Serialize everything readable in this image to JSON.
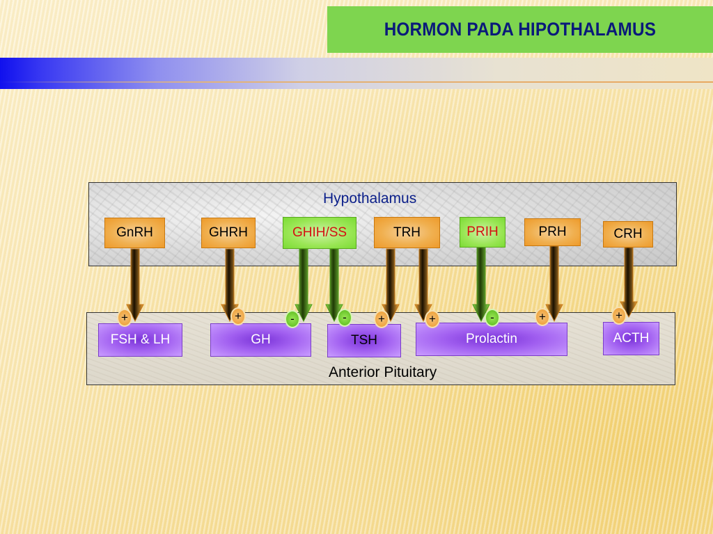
{
  "title": "HORMON PADA HIPOTHALAMUS",
  "diagram": {
    "hypothalamus_label": "Hypothalamus",
    "pituitary_label": "Anterior Pituitary",
    "hypothalamic_hormones": [
      {
        "name": "GnRH",
        "style": "orange",
        "text_color": "black"
      },
      {
        "name": "GHRH",
        "style": "orange",
        "text_color": "black"
      },
      {
        "name": "GHIH/SS",
        "style": "green",
        "text_color": "red"
      },
      {
        "name": "TRH",
        "style": "orange",
        "text_color": "black"
      },
      {
        "name": "PRIH",
        "style": "green",
        "text_color": "red"
      },
      {
        "name": "PRH",
        "style": "orange",
        "text_color": "black"
      },
      {
        "name": "CRH",
        "style": "orange",
        "text_color": "black"
      }
    ],
    "pituitary_hormones": [
      "FSH & LH",
      "GH",
      "TSH",
      "Prolactin",
      "ACTH"
    ],
    "connections": [
      {
        "from": "GnRH",
        "to": "FSH & LH",
        "effect": "+"
      },
      {
        "from": "GHRH",
        "to": "GH",
        "effect": "+"
      },
      {
        "from": "GHIH/SS",
        "to": "GH",
        "effect": "-"
      },
      {
        "from": "GHIH/SS",
        "to": "TSH",
        "effect": "-"
      },
      {
        "from": "TRH",
        "to": "TSH",
        "effect": "+"
      },
      {
        "from": "TRH",
        "to": "Prolactin",
        "effect": "+"
      },
      {
        "from": "PRIH",
        "to": "Prolactin",
        "effect": "-"
      },
      {
        "from": "PRH",
        "to": "Prolactin",
        "effect": "+"
      },
      {
        "from": "CRH",
        "to": "ACTH",
        "effect": "+"
      }
    ],
    "colors": {
      "stimulate": "#ee9a2a",
      "inhibit": "#7bdc34",
      "pituitary": "#a15ff0",
      "title_bg": "#7ed54f",
      "title_text": "#0a1a7a"
    }
  }
}
